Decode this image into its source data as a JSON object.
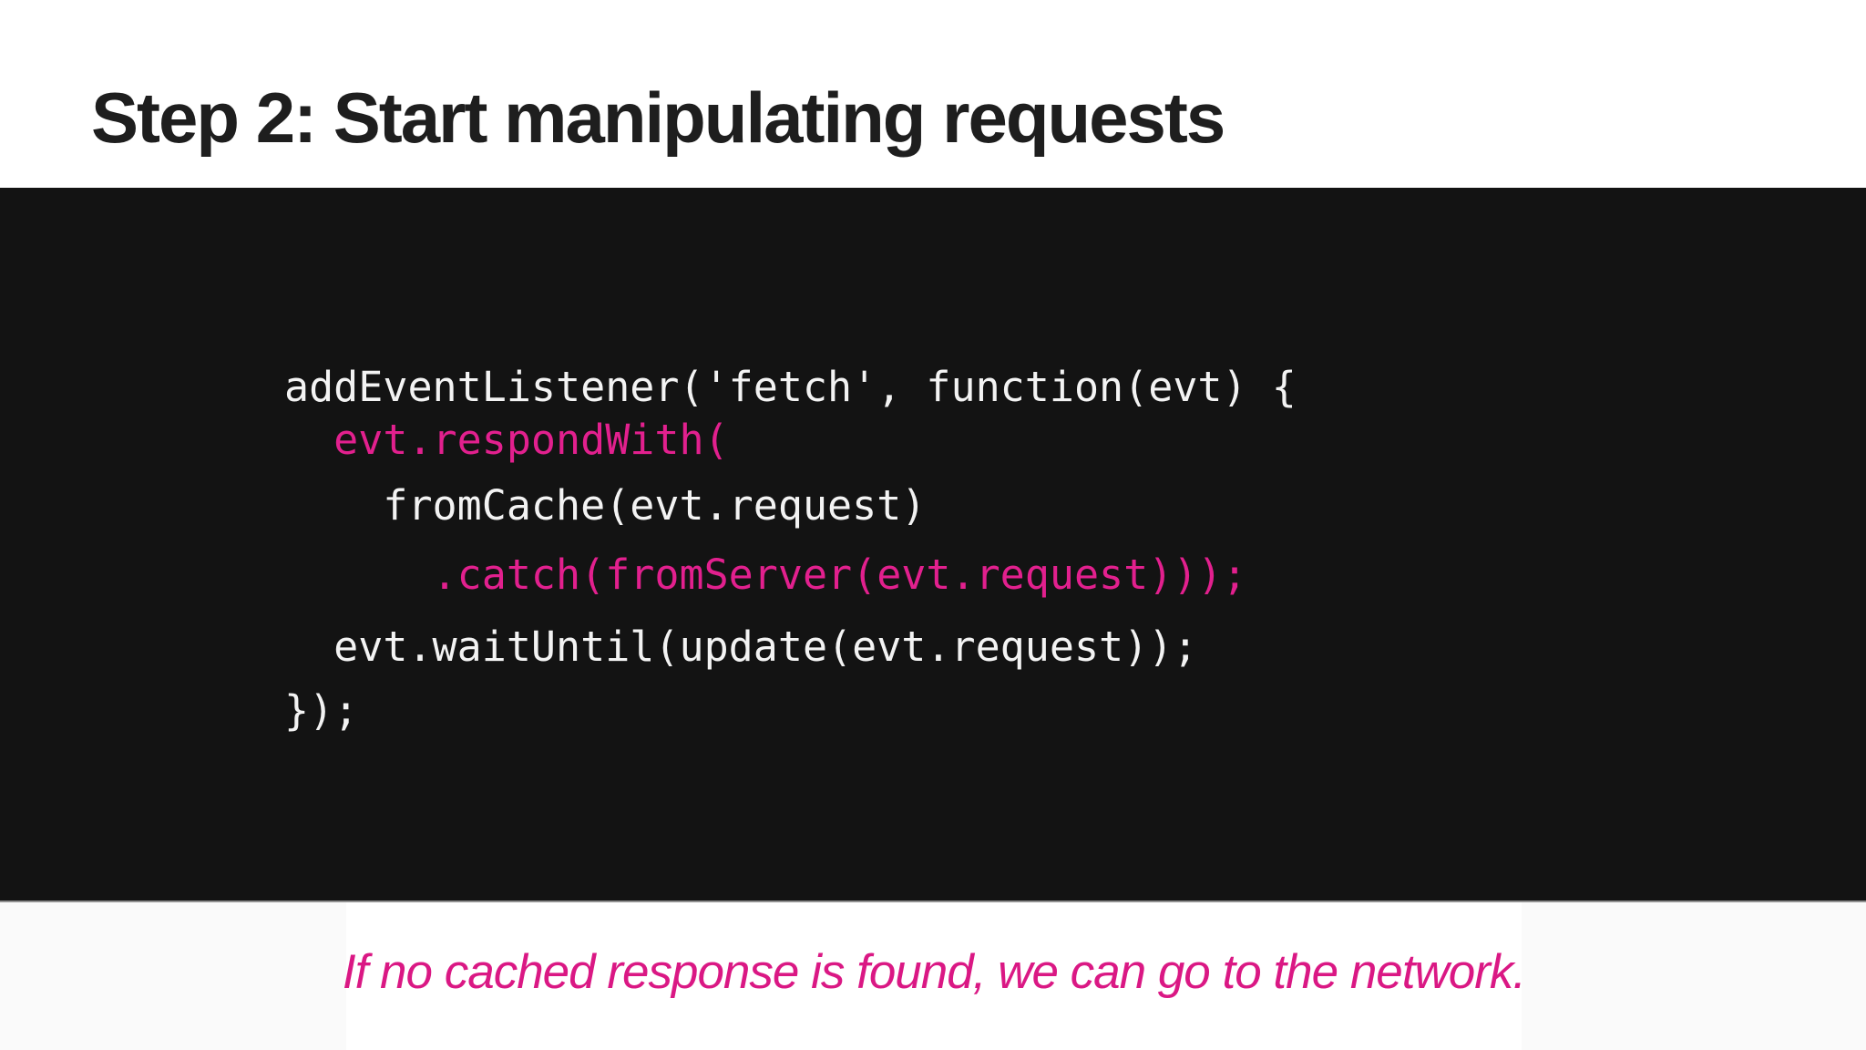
{
  "title": "Step 2: Start manipulating requests",
  "colors": {
    "title": "#1e1e1e",
    "panel_bg": "#131313",
    "panel_divider": "#8f8f8f",
    "code_white": "#f3f3f3",
    "code_pink": "#e2208e",
    "caption_pink": "#da1884",
    "footer_bg": "#fafafa"
  },
  "code": {
    "lines": [
      {
        "text": "addEventListener('fetch', function(evt) {",
        "color": "#f3f3f3"
      },
      {
        "text": "  evt.respondWith(",
        "color": "#e2208e"
      },
      {
        "text": "    fromCache(evt.request)",
        "color": "#f3f3f3"
      },
      {
        "text": "      .catch(fromServer(evt.request)));",
        "color": "#e2208e"
      },
      {
        "text": "  evt.waitUntil(update(evt.request));",
        "color": "#f3f3f3"
      },
      {
        "text": "});",
        "color": "#f3f3f3"
      }
    ]
  },
  "caption": {
    "text": "If no cached response is found, we can go to the network."
  }
}
